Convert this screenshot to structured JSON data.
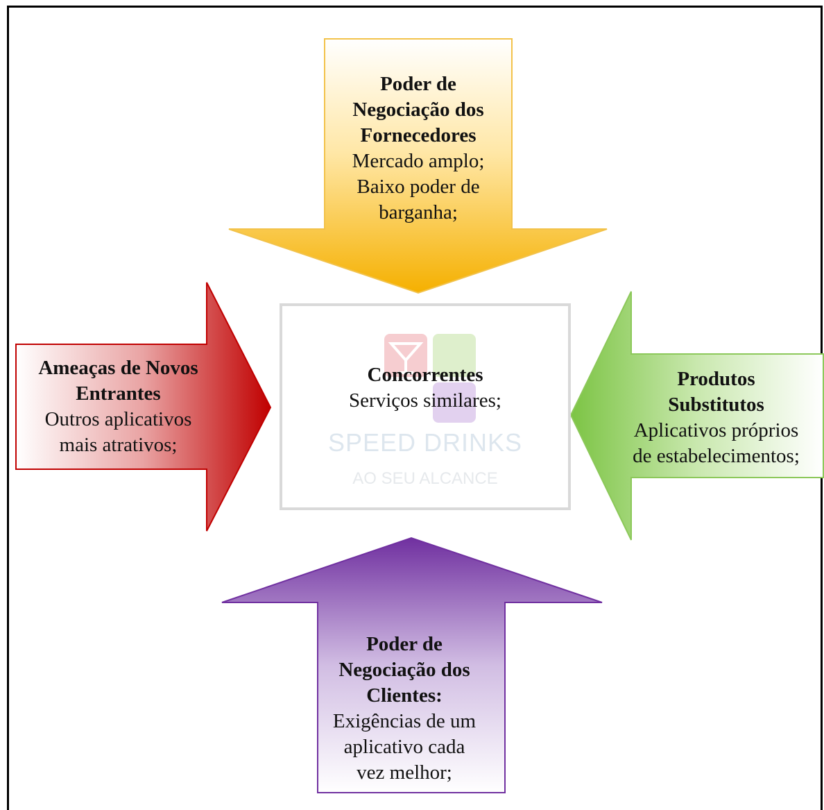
{
  "top": {
    "heading": "Poder de Negociação dos Fornecedores",
    "heading_lines": [
      "Poder de",
      "Negociação dos",
      "Fornecedores"
    ],
    "text_lines": [
      "Mercado amplo;",
      "Baixo poder de",
      "barganha;"
    ],
    "color": "#f5b800"
  },
  "left": {
    "heading_lines": [
      "Ameaças de Novos",
      "Entrantes"
    ],
    "text_lines": [
      "Outros aplicativos",
      "mais atrativos;"
    ],
    "color": "#c00000"
  },
  "center": {
    "heading": "Concorrentes",
    "text": "Serviços similares;",
    "logo_title": "SPEED DRINKS",
    "logo_subtitle": "AO SEU ALCANCE"
  },
  "right": {
    "heading_lines": [
      "Produtos",
      "Substitutos"
    ],
    "text_lines": [
      "Aplicativos próprios",
      "de estabelecimentos;"
    ],
    "color": "#70c040"
  },
  "bottom": {
    "heading_lines": [
      "Poder de",
      "Negociação dos",
      "Clientes:"
    ],
    "text_lines": [
      "Exigências de um",
      "aplicativo cada",
      "vez melhor;"
    ],
    "color": "#7030a0"
  }
}
